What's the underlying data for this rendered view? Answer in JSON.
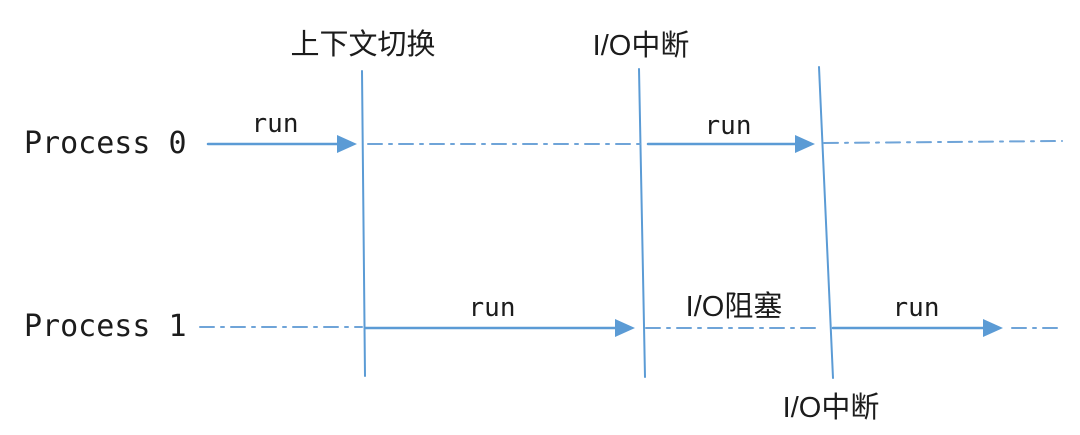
{
  "colors": {
    "solid_line": "#5b9bd5",
    "dash_line": "#6fa4d8",
    "text": "#1c1c1c"
  },
  "event_labels": {
    "context_switch": "上下文切换",
    "io_interrupt_top": "I/O中断",
    "io_interrupt_bottom": "I/O中断",
    "io_block": "I/O阻塞"
  },
  "lanes": [
    {
      "label": "Process 0",
      "runs": [
        "run",
        "run"
      ]
    },
    {
      "label": "Process 1",
      "runs": [
        "run",
        "run"
      ]
    }
  ]
}
